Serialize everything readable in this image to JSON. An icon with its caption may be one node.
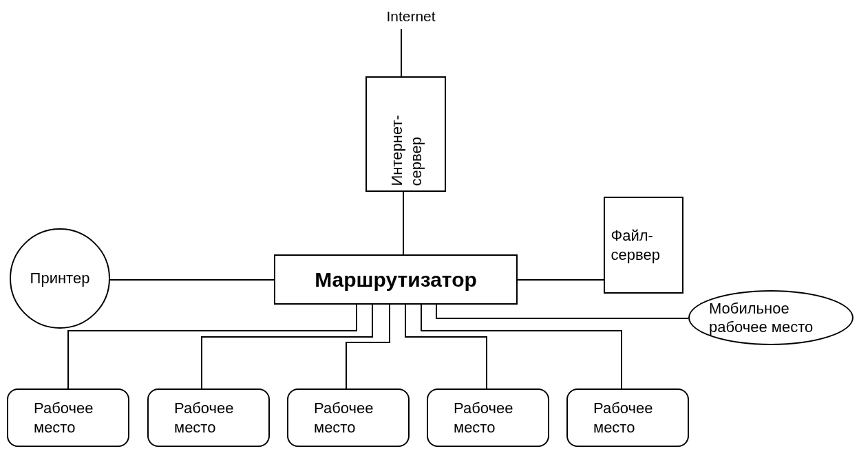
{
  "diagram": {
    "nodes": [
      {
        "text": [
          "Internet"
        ]
      },
      {
        "text": [
          "Интернет- сервер"
        ]
      },
      {
        "text": [
          "Принтер"
        ]
      },
      {
        "text": [
          "Маршрутизатор"
        ]
      },
      {
        "text": [
          "Файл- сервер"
        ]
      },
      {
        "text": [
          "Мобильное рабочее место"
        ]
      },
      {
        "text": [
          "Рабочее место"
        ]
      },
      {
        "text": [
          "Рабочее место"
        ]
      },
      {
        "text": [
          "Рабочее место"
        ]
      },
      {
        "text": [
          "Рабочее место"
        ]
      },
      {
        "text": [
          "Рабочее место"
        ]
      }
    ],
    "edges": [
      {
        "from": 0,
        "to": 1,
        "arrow": "none"
      },
      {
        "from": 1,
        "to": 3,
        "arrow": "none"
      },
      {
        "from": 2,
        "to": 3,
        "arrow": "none"
      },
      {
        "from": 3,
        "to": 4,
        "arrow": "none"
      },
      {
        "from": 3,
        "to": 5,
        "arrow": "none"
      },
      {
        "from": 3,
        "to": 6,
        "arrow": "none"
      },
      {
        "from": 3,
        "to": 7,
        "arrow": "none"
      },
      {
        "from": 3,
        "to": 8,
        "arrow": "none"
      },
      {
        "from": 3,
        "to": 9,
        "arrow": "none"
      },
      {
        "from": 3,
        "to": 10,
        "arrow": "none"
      }
    ]
  }
}
